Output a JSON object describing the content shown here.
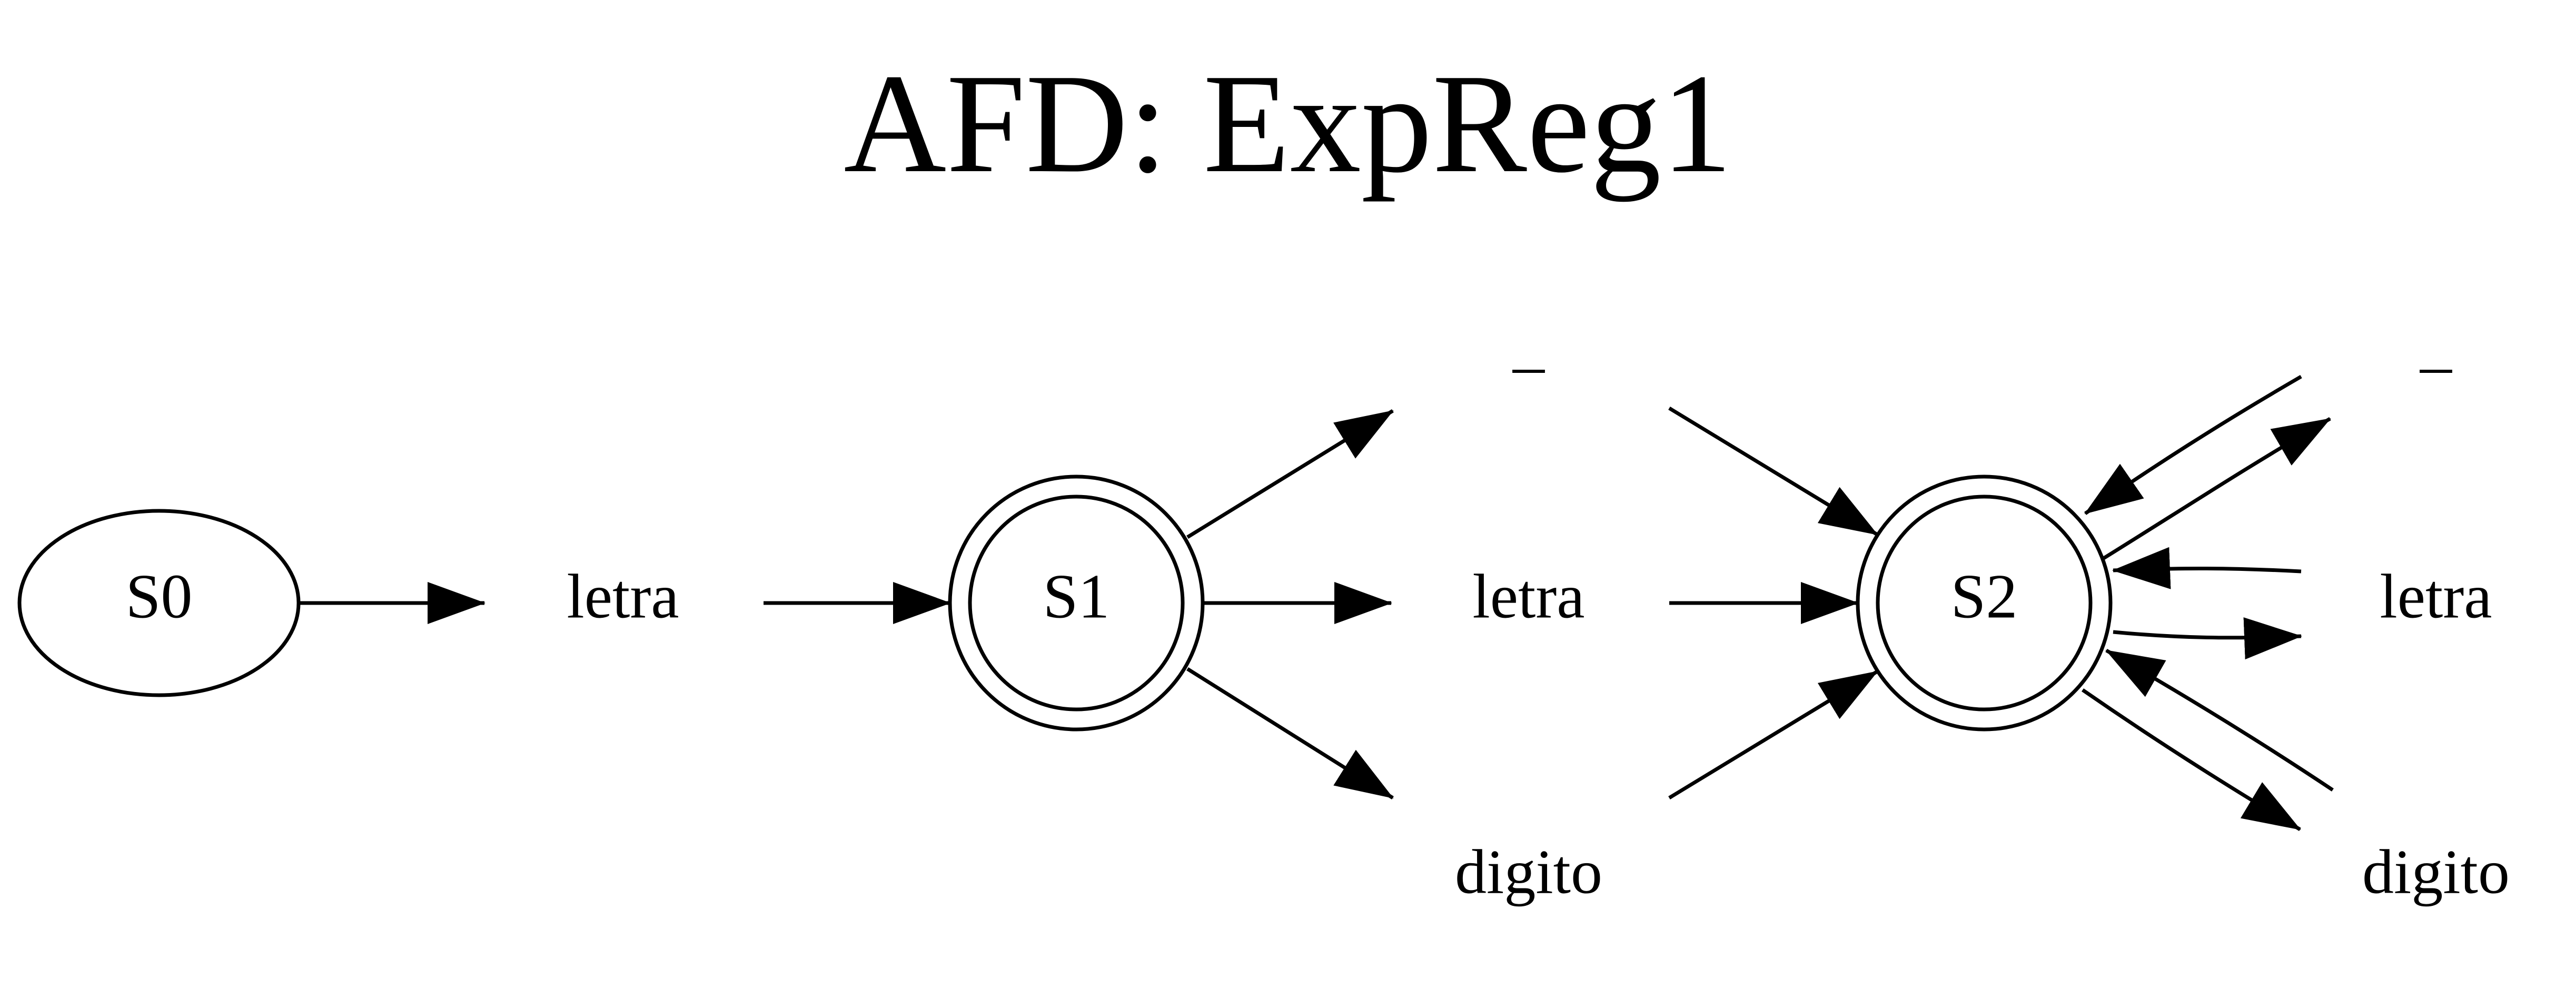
{
  "title": "AFD: ExpReg1",
  "states": {
    "s0": "S0",
    "s1": "S1",
    "s2": "S2"
  },
  "transition_labels": {
    "s0_to_s1": "letra",
    "s1_underscore": "_",
    "s1_letra": "letra",
    "s1_digito": "digito",
    "s2_underscore": "_",
    "s2_letra": "letra",
    "s2_digito": "digito"
  },
  "accepting_states": [
    "S1",
    "S2"
  ],
  "initial_state": "S0"
}
